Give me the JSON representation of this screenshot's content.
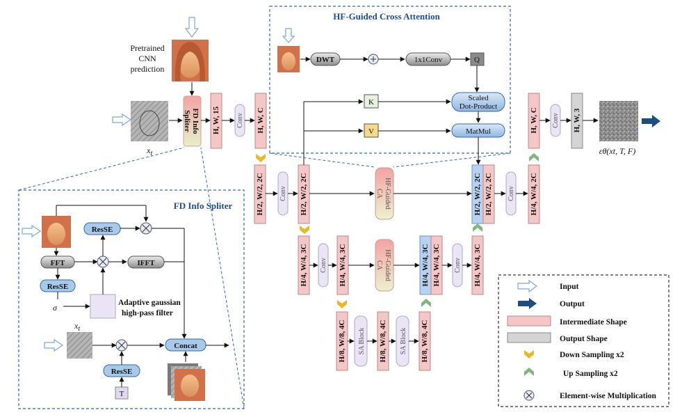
{
  "titles": {
    "hf_attention": "HF-Guided Cross Attention",
    "fd_spliter": "FD Info Spliter"
  },
  "labels": {
    "pretrained_line1": "Pretrained",
    "pretrained_line2": "CNN",
    "pretrained_line3": "prediction",
    "xt": "x",
    "xt_sub": "t",
    "output_formula": "εθ(xt, T, F)",
    "sigma": "σ",
    "fd_info_line1": "FD Info",
    "fd_info_line2": "Spliter"
  },
  "shapes": {
    "hw15": "H, W, 15",
    "hwc": "H, W, C",
    "h2w22c": "H/2, W/2, 2C",
    "h4w43c": "H/4, W/4, 3C",
    "h8w84c": "H/8, W/8, 4C",
    "h4w42c": "H/4, W/4, 2C",
    "hw3": "H, W, 3"
  },
  "blocks": {
    "conv": "Conv",
    "dwt": "DWT",
    "conv1x1": "1x1Conv",
    "q": "Q",
    "k": "K",
    "v": "V",
    "scaled_line1": "Scaled",
    "scaled_line2": "Dot-Product",
    "matmul": "MatMul",
    "hf_ca_line1": "HF-Guided",
    "hf_ca_line2": "CA",
    "sa_block": "SA Block",
    "resse": "ResSE",
    "fft": "FFT",
    "ifft": "IFFT",
    "concat": "Concat",
    "t": "T",
    "adaptive_line1": "Adaptive gaussian",
    "adaptive_line2": "high-pass filter"
  },
  "legend": {
    "input": "Input",
    "output": "Output",
    "intermediate": "Intermediate Shape",
    "output_shape": "Output Shape",
    "down": "Down Sampling x2",
    "up": "Up Sampling x2",
    "mult": "Element-wise Multiplication"
  },
  "colors": {
    "intermediate": "#f5c6c6",
    "output_shape": "#d4d4d4",
    "conv_fill": "#ebe4f5",
    "resse_fill": "#a9c9ea",
    "box_border": "#2f6aa8",
    "input_arrow": "#8ab4e3",
    "output_arrow": "#1a4f80",
    "down_chevron": "#e8b923",
    "up_chevron": "#7fb77e",
    "k_fill": "#e6f2df",
    "v_fill": "#f7d98a",
    "q_fill": "#8a8a8a"
  }
}
